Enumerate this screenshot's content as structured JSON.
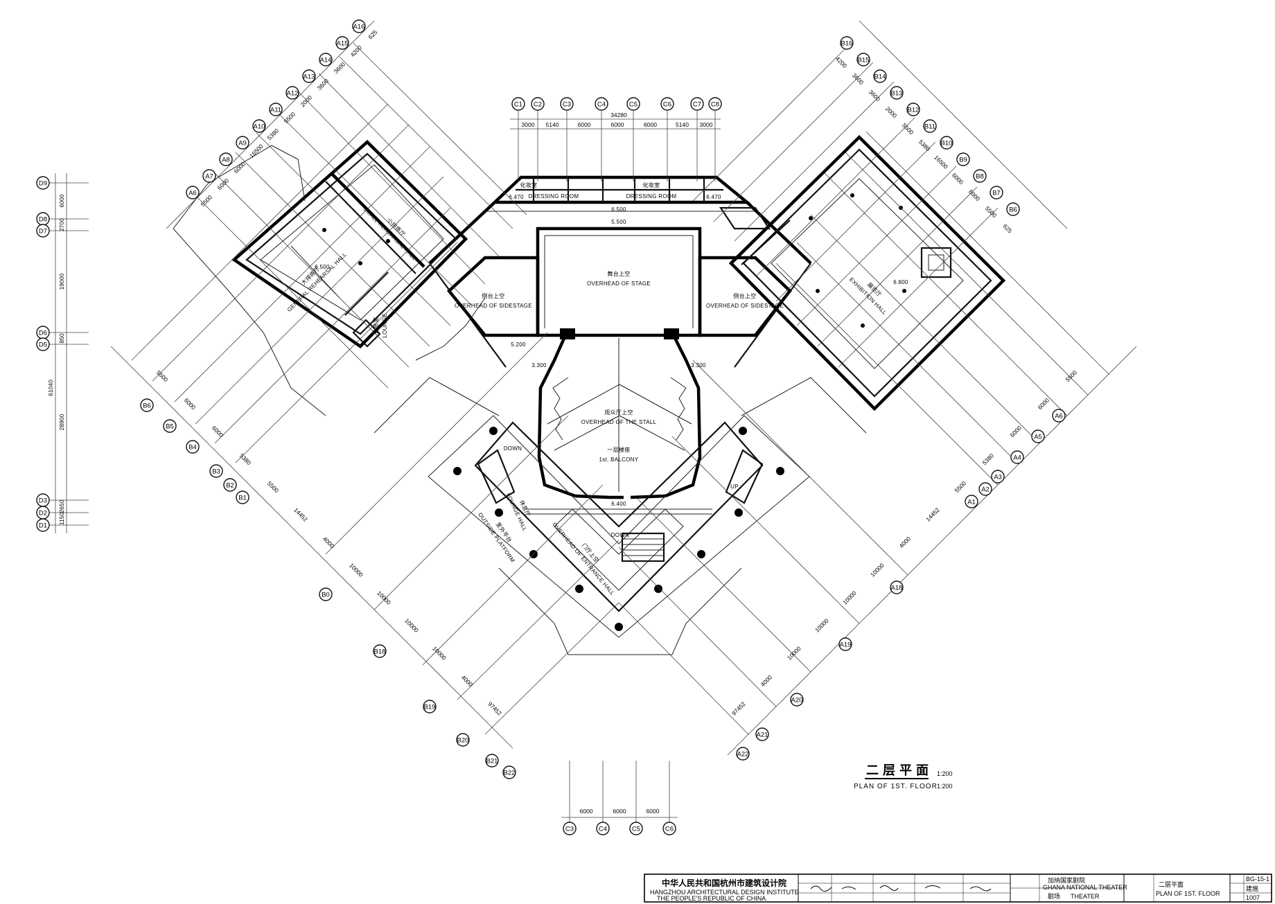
{
  "drawing": {
    "title_cn": "二层平面",
    "title_en": "PLAN OF 1ST. FLOOR",
    "scale": "1:200"
  },
  "rooms": {
    "dressing_cn": "化妆室",
    "dressing_room": "DRESSING ROOM",
    "overhead_stage_cn": "舞台上空",
    "overhead_stage": "OVERHEAD OF STAGE",
    "overhead_sidestage_cn": "侧台上空",
    "overhead_sidestage": "OVERHEAD OF SIDESTAGE",
    "overhead_stall_cn": "观众厅上空",
    "overhead_stall": "OVERHEAD OF THE STALL",
    "balcony_cn": "一层楼座",
    "balcony": "1st. BALCONY",
    "general_rehearsal_cn": "大排练厅",
    "general_rehearsal": "GENERAL REHEARSAL HALL",
    "small_rehearsal_cn": "小排练厅",
    "small_rehearsal": "SMALL REHEARSAL HALL",
    "lounge_cn": "休息室",
    "lounge": "LOUNGE",
    "exhibition_cn": "展览厅",
    "exhibition": "EXHIBITION HALL",
    "lounge_hall_cn": "休息厅",
    "lounge_hall": "LOUNGE HALL",
    "outside_platform_cn": "室外平台",
    "outside_platform": "OUTSIDE PLATFORM",
    "entrance_hall_cn": "门厅上空",
    "entrance_hall": "OVERHEAD OF ENTRANCE HALL",
    "down": "DOWN",
    "up": "UP",
    "lvl_6500": "6.500",
    "lvl_6470": "6.470",
    "lvl_5200": "5.200",
    "lvl_3300": "3.300",
    "lvl_6400": "6.400",
    "lvl_6800": "6.800",
    "lvl_5500": "5.500"
  },
  "grid_top": {
    "axes": [
      "C1",
      "C2",
      "C3",
      "C4",
      "C5",
      "C6",
      "C7",
      "C8"
    ],
    "dims": [
      "3000",
      "5140",
      "6000",
      "6000",
      "6000",
      "5140",
      "3000"
    ],
    "total": "34280"
  },
  "grid_bottom": {
    "axes": [
      "C3",
      "C4",
      "C5",
      "C6"
    ],
    "dims": [
      "6000",
      "6000",
      "6000"
    ]
  },
  "grid_left": {
    "axes": [
      "D9",
      "D8",
      "D7",
      "D6",
      "D5",
      "D3",
      "D2",
      "D1"
    ],
    "dims": [
      "6000",
      "2700",
      "19000",
      "850",
      "28900",
      "2650",
      "1150"
    ],
    "total": "61040"
  },
  "grid_left_wing_top": {
    "axes": [
      "A6",
      "A7",
      "A8",
      "A9",
      "A10",
      "A11",
      "A12",
      "A13",
      "A14",
      "A15",
      "A16"
    ],
    "dims": [
      "5500",
      "6000",
      "6000",
      "16500",
      "5380",
      "5500",
      "2000",
      "3600",
      "3600",
      "4200",
      "625"
    ]
  },
  "grid_right_wing_top": {
    "axes": [
      "B16",
      "B15",
      "B14",
      "B13",
      "B12",
      "B11",
      "B10",
      "B9",
      "B8",
      "B7",
      "B6"
    ],
    "dims": [
      "4200",
      "3600",
      "3600",
      "2000",
      "5500",
      "5380",
      "16500",
      "6000",
      "6000",
      "5500",
      "625"
    ]
  },
  "grid_left_wing_bottom": {
    "axes": [
      "B6",
      "B5",
      "B4",
      "B3",
      "B2",
      "B1",
      "B0",
      "B18",
      "B19",
      "B20",
      "B21",
      "B22"
    ],
    "dims": [
      "5500",
      "6000",
      "6000",
      "5380",
      "5500",
      "14452",
      "4000",
      "10000",
      "10000",
      "10000",
      "10000",
      "4000",
      "97452"
    ]
  },
  "grid_right_wing_bottom": {
    "axes": [
      "A6",
      "A5",
      "A4",
      "A3",
      "A2",
      "A1",
      "A18",
      "A19",
      "A20",
      "A21",
      "A22"
    ],
    "dims": [
      "5500",
      "6000",
      "6000",
      "5380",
      "5500",
      "14452",
      "4000",
      "10000",
      "10000",
      "10000",
      "10000",
      "4000",
      "97452"
    ]
  },
  "title_block": {
    "institute_cn": "中华人民共和国杭州市建筑设计院",
    "institute_en_1": "HANGZHOU ARCHITECTURAL DESIGN INSTITUTE",
    "institute_en_2": "THE PEOPLE'S REPUBLIC OF CHINA",
    "project_cn": "加纳国家剧院",
    "project_en": "GHANA NATIONAL THEATER",
    "subproject_cn": "剧场",
    "subproject_en": "THEATER",
    "sheet_cn": "二层平面",
    "sheet_en": "PLAN OF 1ST. FLOOR",
    "drawing_no": "BG-15-1",
    "phase": "建施",
    "number": "1007"
  }
}
